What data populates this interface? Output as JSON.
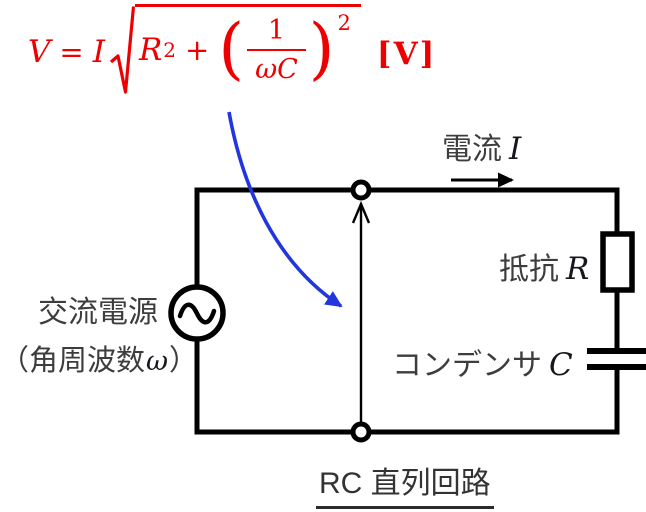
{
  "colors": {
    "formula_red": "#ee0000",
    "pointer_arrow_blue": "#2236e0",
    "wire_black": "#000000",
    "label_gray": "#3d3d3d",
    "math_symbol_black": "#16181d"
  },
  "formula": {
    "v": "V",
    "eq": "=",
    "i": "I",
    "r": "R",
    "r_exp": "2",
    "plus": "+",
    "lparen": "(",
    "frac_num": "1",
    "omega": "ω",
    "c": "C",
    "rparen": ")",
    "outer_exp": "2",
    "unit": "[V]"
  },
  "circuit": {
    "current_label": "電流",
    "current_symbol": "I",
    "resistor_label": "抵抗",
    "resistor_symbol": "R",
    "capacitor_label": "コンデンサ",
    "capacitor_symbol": "C",
    "source_label": "交流電源",
    "source_sub_open": "（角周波数",
    "source_sub_symbol": "ω",
    "source_sub_close": "）"
  },
  "title": {
    "text": "RC 直列回路"
  }
}
